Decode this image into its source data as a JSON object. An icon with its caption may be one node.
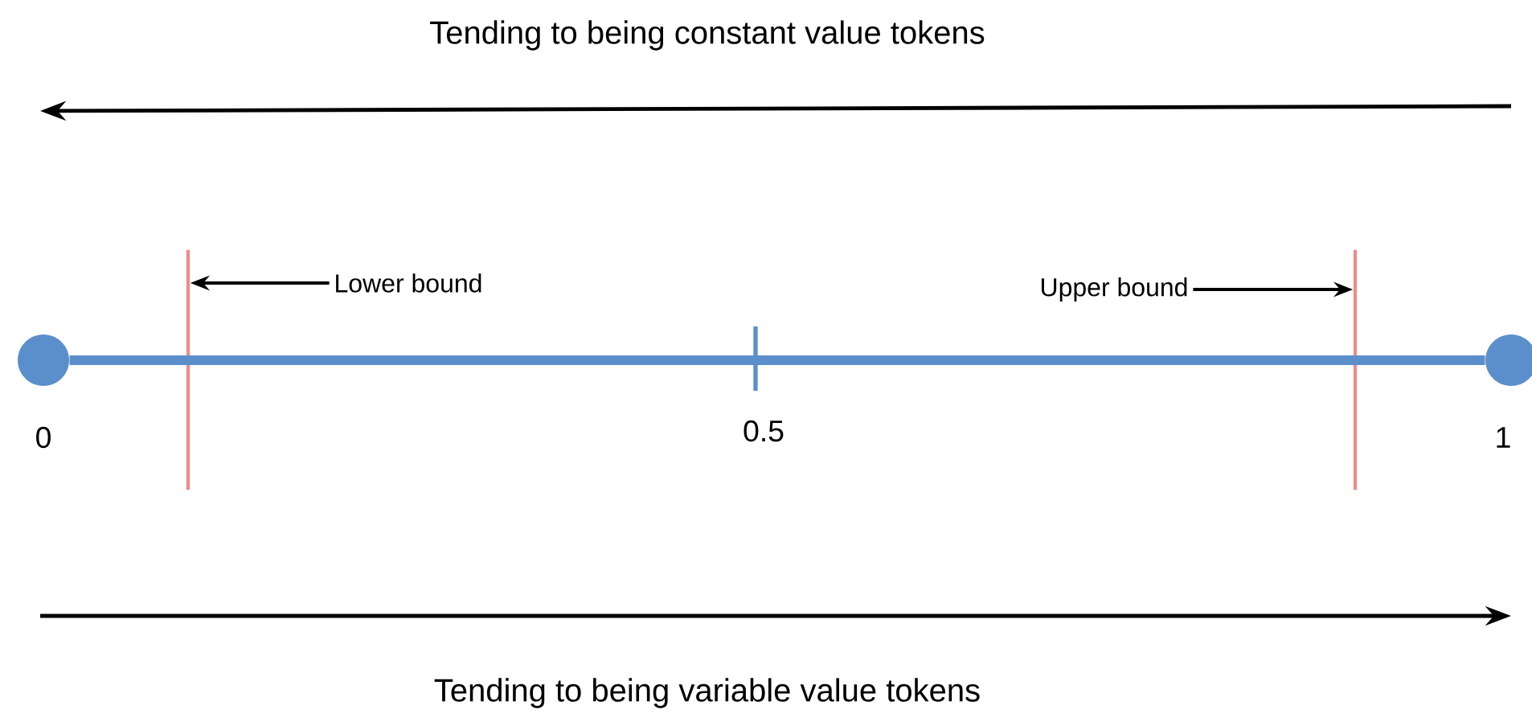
{
  "diagram": {
    "nodes": [
      {
        "text": [],
        "shape": "circle"
      },
      {
        "text": [],
        "shape": "circle"
      },
      {
        "text": [],
        "shape": "bar"
      },
      {
        "text": [],
        "shape": "bar"
      },
      {
        "text": [
          "Lower bound"
        ]
      },
      {
        "text": [
          "Upper bound"
        ]
      }
    ],
    "edges": [
      {
        "from": 0,
        "to": 1,
        "arrow": "none",
        "style": "thick",
        "color": "#5b8fcb"
      },
      {
        "from": 4,
        "to": 2,
        "arrow": "to"
      },
      {
        "from": 5,
        "to": 3,
        "arrow": "to"
      }
    ],
    "labels": [
      "Tending to being constant value tokens",
      "0",
      "0.5",
      "1",
      "Tending to being variable value tokens"
    ]
  }
}
